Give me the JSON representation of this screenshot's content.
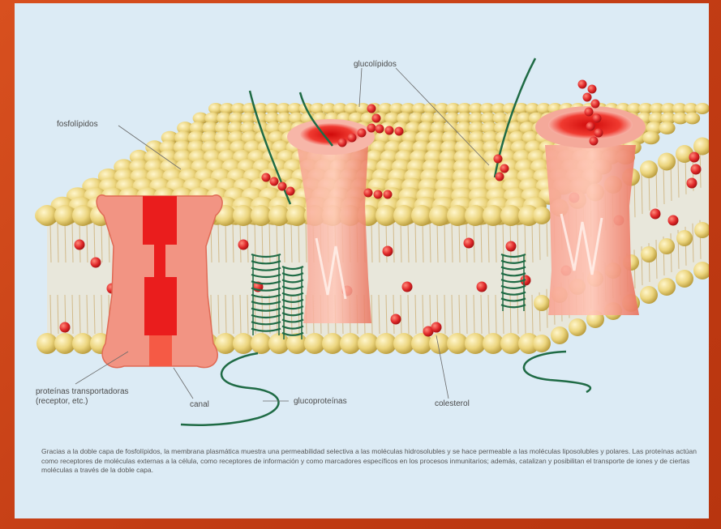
{
  "labels": {
    "fosfolipidos": "fosfolípidos",
    "glucolipidos": "glucolípidos",
    "proteinas": "proteínas transportadoras (receptor, etc.)",
    "canal": "canal",
    "glucoproteinas": "glucoproteínas",
    "colesterol": "colesterol"
  },
  "caption": "Gracias a la doble capa de fosfolípidos, la membrana plasmática muestra una permeabilidad selectiva a las moléculas hidrosolubles y se hace permeable a las moléculas liposolubles y polares. Las proteínas actúan como receptores de moléculas externas a la célula, como receptores de información y como marcadores específicos en los procesos inmunitarios; además, catalizan y posibilitan el transporte de iones y de ciertas moléculas a través de la doble capa.",
  "colors": {
    "background": "#c8401a",
    "panel": "#dcebf5",
    "lipid_head": "#e8d27a",
    "protein": "#f08a78",
    "channel": "#e01a1a",
    "glyco_chain": "#1f6b45",
    "sugar": "#d8252a"
  }
}
